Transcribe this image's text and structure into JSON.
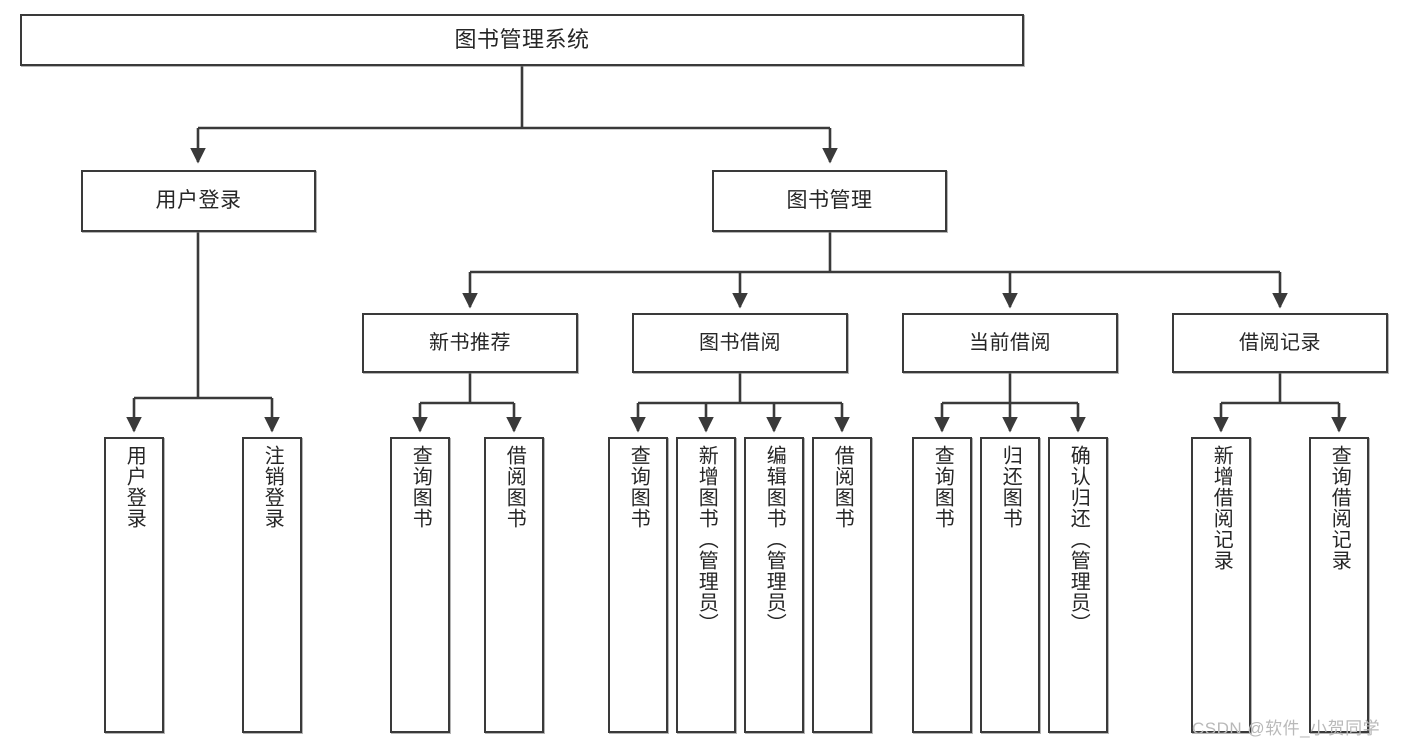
{
  "diagram": {
    "title": "图书管理系统",
    "type": "hierarchy-tree",
    "watermark": "CSDN @软件_小贺同学",
    "colors": {
      "stroke": "#3a3a3a",
      "fill": "#ffffff",
      "text": "#262626",
      "watermark": "#b9b9b9"
    },
    "nodes": {
      "root": {
        "label": "图书管理系统"
      },
      "level2": [
        {
          "label": "用户登录"
        },
        {
          "label": "图书管理"
        }
      ],
      "level3": [
        {
          "label": "新书推荐"
        },
        {
          "label": "图书借阅"
        },
        {
          "label": "当前借阅"
        },
        {
          "label": "借阅记录"
        }
      ],
      "leaves": [
        {
          "label": "用户登录"
        },
        {
          "label": "注销登录"
        },
        {
          "label": "查询图书"
        },
        {
          "label": "借阅图书"
        },
        {
          "label": "查询图书"
        },
        {
          "label": "新增图书（管理员）"
        },
        {
          "label": "编辑图书（管理员）"
        },
        {
          "label": "借阅图书"
        },
        {
          "label": "查询图书"
        },
        {
          "label": "归还图书"
        },
        {
          "label": "确认归还（管理员）"
        },
        {
          "label": "新增借阅记录"
        },
        {
          "label": "查询借阅记录"
        }
      ]
    }
  }
}
